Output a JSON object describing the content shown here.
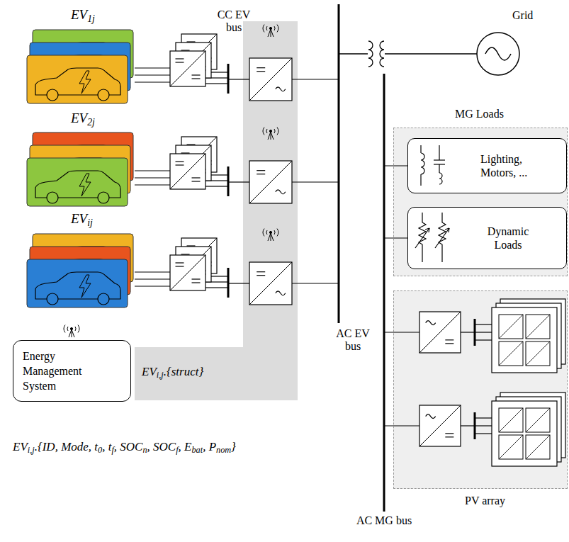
{
  "diagram": {
    "nodes": [
      {
        "text": [
          "Grid"
        ]
      },
      {
        "text": [
          "MG Loads"
        ]
      },
      {
        "text": [
          "Lighting, Motors, ..."
        ],
        "in": 1
      },
      {
        "text": [
          "Dynamic Loads"
        ],
        "in": 1
      },
      {
        "text": [
          "Energy Management System"
        ]
      },
      {
        "text": [
          "PV array"
        ]
      }
    ],
    "labels": [
      "EV1j",
      "EV2j",
      "EVij",
      "CC EV bus",
      "EVi,j.{struct}",
      "AC EV bus",
      "AC MG bus",
      "EVi,j.{ID, Mode, t0, tf, SOCn, SOCf, Ebat, Pnom}"
    ]
  }
}
